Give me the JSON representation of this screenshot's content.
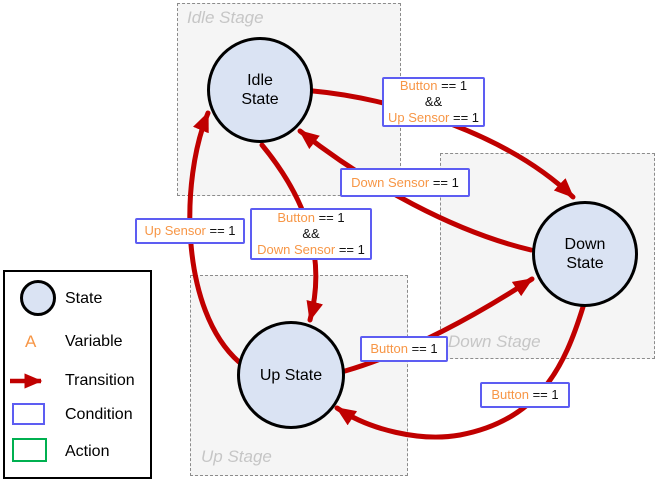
{
  "colors": {
    "transition_red": "#c00000",
    "condition_border_blue": "#5d5df2",
    "action_border_green": "#00b050",
    "variable_orange": "#f79646",
    "state_fill_blue": "#dae3f3",
    "stage_fill_gray": "#f5f5f5",
    "stage_label_gray": "#c6c6c6"
  },
  "stages": {
    "idle": {
      "label": "Idle Stage"
    },
    "down": {
      "label": "Down Stage"
    },
    "up": {
      "label": "Up Stage"
    }
  },
  "states": {
    "idle": {
      "lines": [
        "Idle",
        "State"
      ]
    },
    "down": {
      "lines": [
        "Down",
        "State"
      ]
    },
    "up": {
      "lines": [
        "Up State"
      ]
    }
  },
  "conditions": {
    "idle_to_down": {
      "from": "Idle State",
      "to": "Down State",
      "lines": [
        {
          "var": "Button",
          "rest": " == 1"
        },
        {
          "var": "",
          "rest": "&&"
        },
        {
          "var": "Up Sensor",
          "rest": " == 1"
        }
      ]
    },
    "down_to_idle": {
      "from": "Down State",
      "to": "Idle State",
      "lines": [
        {
          "var": "Down Sensor",
          "rest": " == 1"
        }
      ]
    },
    "idle_to_up": {
      "from": "Idle State",
      "to": "Up State",
      "lines": [
        {
          "var": "Button",
          "rest": " == 1"
        },
        {
          "var": "",
          "rest": "&&"
        },
        {
          "var": "Down Sensor",
          "rest": " == 1"
        }
      ]
    },
    "up_to_idle": {
      "from": "Up State",
      "to": "Idle State",
      "lines": [
        {
          "var": "Up Sensor",
          "rest": " == 1"
        }
      ]
    },
    "up_to_down": {
      "from": "Up State",
      "to": "Down State",
      "lines": [
        {
          "var": "Button",
          "rest": " == 1"
        }
      ]
    },
    "down_to_up": {
      "from": "Down State",
      "to": "Up State",
      "lines": [
        {
          "var": "Button",
          "rest": " == 1"
        }
      ]
    }
  },
  "legend": {
    "items": [
      {
        "icon": "state-circle-icon",
        "label": "State"
      },
      {
        "icon": "variable-letter-icon",
        "symbol": "A",
        "label": "Variable"
      },
      {
        "icon": "transition-arrow-icon",
        "label": "Transition"
      },
      {
        "icon": "condition-box-icon",
        "label": "Condition"
      },
      {
        "icon": "action-box-icon",
        "label": "Action"
      }
    ]
  }
}
